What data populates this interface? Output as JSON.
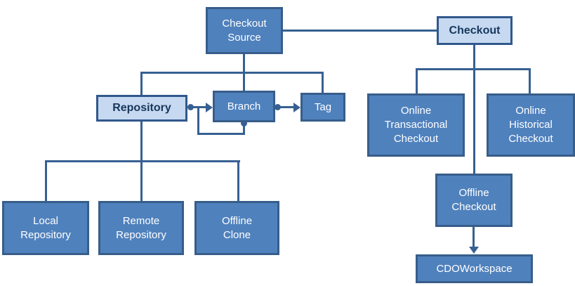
{
  "diagram": {
    "type": "concept-diagram",
    "colors": {
      "node_fill_dark": "#4F81BD",
      "node_border_dark": "#385D8A",
      "node_fill_light": "#C6D9F0",
      "node_border_light": "#31588C",
      "text_on_dark": "#FFFFFF",
      "text_on_light": "#17375E",
      "connector": "#376092",
      "background": "#FFFFFF"
    },
    "nodes": {
      "checkout_source": {
        "label": "Checkout\nSource",
        "style": "dark"
      },
      "checkout": {
        "label": "Checkout",
        "style": "light"
      },
      "repository": {
        "label": "Repository",
        "style": "light"
      },
      "branch": {
        "label": "Branch",
        "style": "dark"
      },
      "tag": {
        "label": "Tag",
        "style": "dark"
      },
      "online_transactional_checkout": {
        "label": "Online\nTransactional\nCheckout",
        "style": "dark"
      },
      "online_historical_checkout": {
        "label": "Online\nHistorical\nCheckout",
        "style": "dark"
      },
      "offline_checkout": {
        "label": "Offline\nCheckout",
        "style": "dark"
      },
      "cdoworkspace": {
        "label": "CDOWorkspace",
        "style": "dark"
      },
      "local_repository": {
        "label": "Local\nRepository",
        "style": "dark"
      },
      "remote_repository": {
        "label": "Remote\nRepository",
        "style": "dark"
      },
      "offline_clone": {
        "label": "Offline\nClone",
        "style": "dark"
      }
    },
    "edges": [
      {
        "from": "Checkout Source",
        "to": "Checkout",
        "type": "plain-line"
      },
      {
        "from": "Checkout Source",
        "to": "Repository",
        "type": "tree-branch"
      },
      {
        "from": "Checkout Source",
        "to": "Branch",
        "type": "tree-branch"
      },
      {
        "from": "Checkout Source",
        "to": "Tag",
        "type": "tree-branch"
      },
      {
        "from": "Repository",
        "to": "Branch",
        "type": "dot-to-arrow"
      },
      {
        "from": "Branch",
        "to": "Branch",
        "type": "dot-to-arrow self-loop"
      },
      {
        "from": "Branch",
        "to": "Tag",
        "type": "dot-to-arrow"
      },
      {
        "from": "Repository",
        "to": "Local Repository",
        "type": "tree-branch"
      },
      {
        "from": "Repository",
        "to": "Remote Repository",
        "type": "tree-branch"
      },
      {
        "from": "Repository",
        "to": "Offline Clone",
        "type": "tree-branch"
      },
      {
        "from": "Checkout",
        "to": "Online Transactional Checkout",
        "type": "tree-branch"
      },
      {
        "from": "Checkout",
        "to": "Online Historical Checkout",
        "type": "tree-branch"
      },
      {
        "from": "Checkout",
        "to": "Offline Checkout",
        "type": "tree-branch"
      },
      {
        "from": "Offline Checkout",
        "to": "CDOWorkspace",
        "type": "arrow"
      }
    ]
  }
}
